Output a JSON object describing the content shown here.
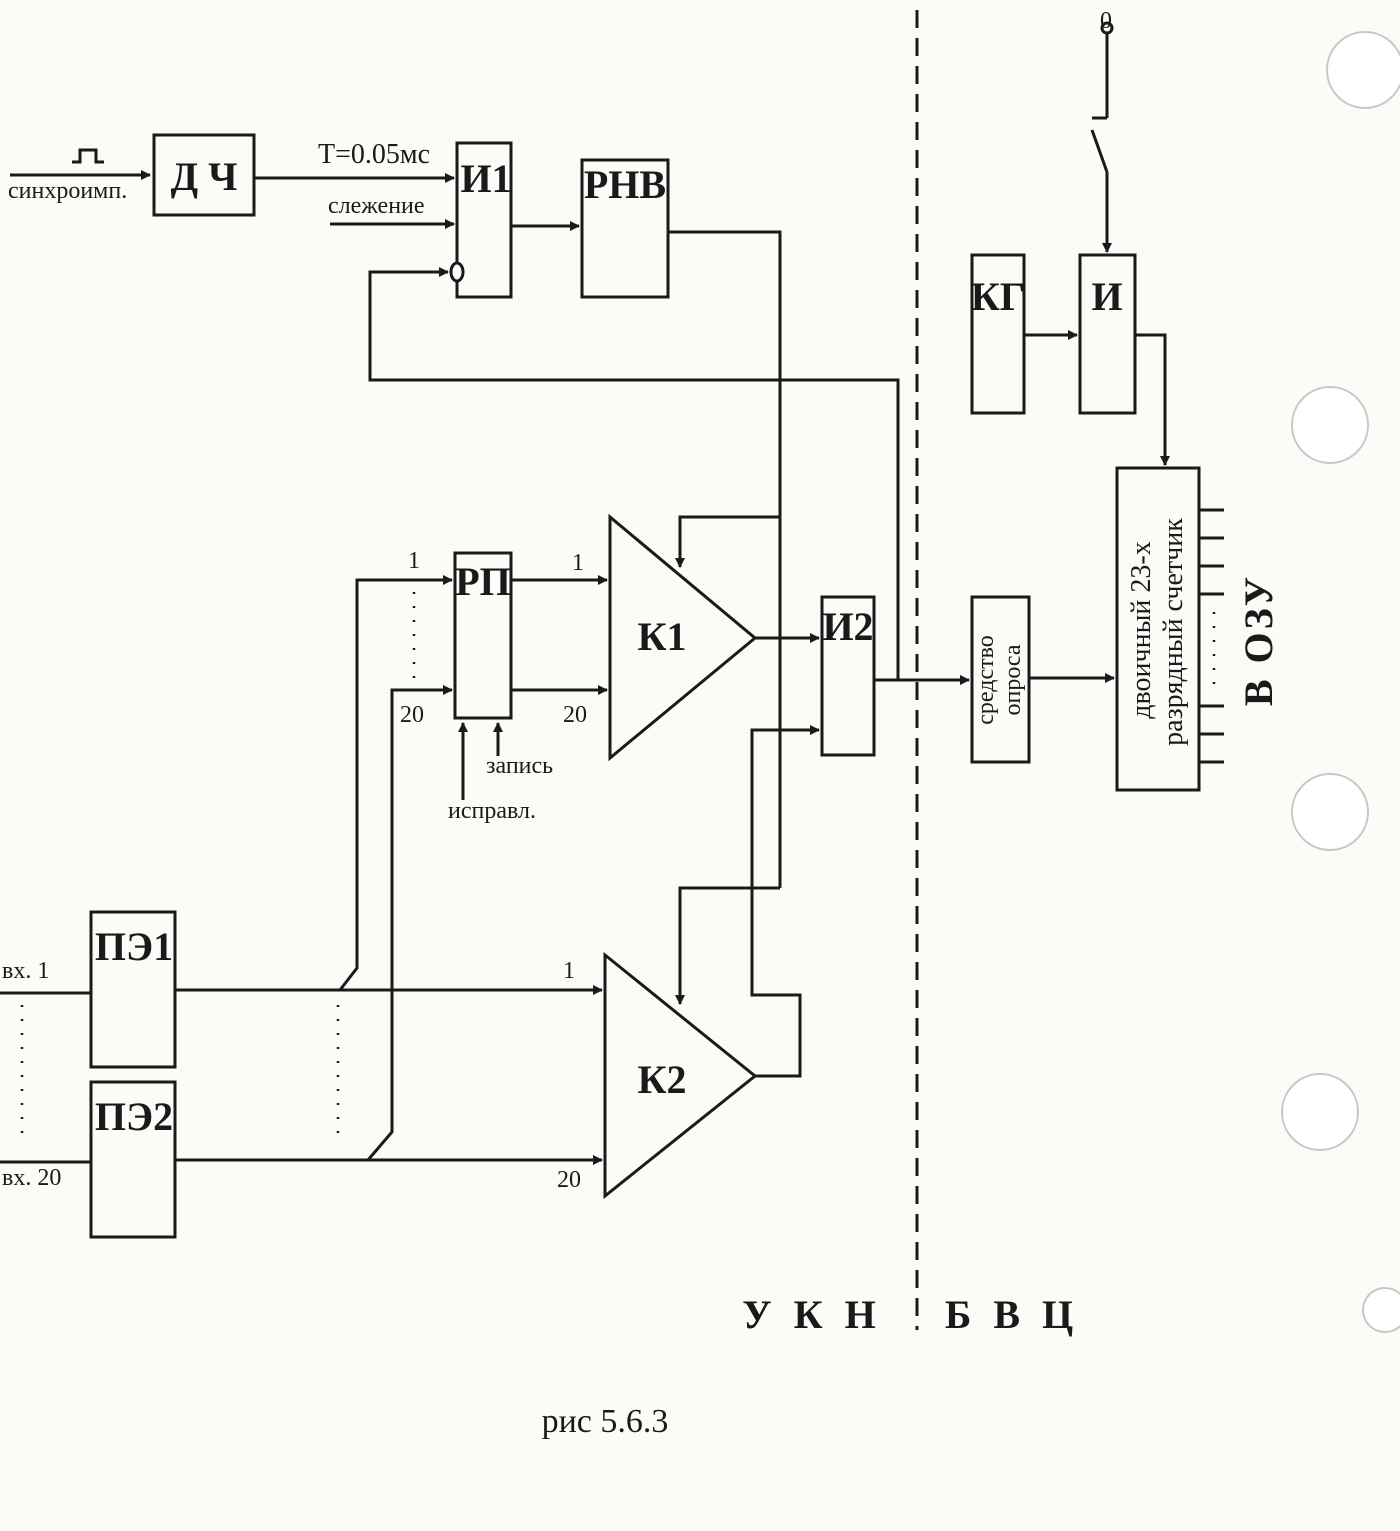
{
  "blocks": {
    "dch": "Д Ч",
    "i1": "И1",
    "rnv": "РНВ",
    "rp": "РП",
    "k1": "К1",
    "k2": "К2",
    "i2": "И2",
    "pe1": "ПЭ1",
    "pe2": "ПЭ2",
    "kg": "КГ",
    "i": "И",
    "sredstvo_1": "средство",
    "sredstvo_2": "опроса",
    "counter_1": "двоичный 23-х",
    "counter_2": "разрядный счетчик"
  },
  "signals": {
    "sync": "синхроимп.",
    "period": "T=0.05мс",
    "tracking": "слежение",
    "write": "запись",
    "correct": "исправл.",
    "in1": "вх. 1",
    "in20": "вх. 20",
    "zero": "0",
    "n1": "1",
    "n20": "20",
    "to_ram": "В ОЗУ"
  },
  "regions": {
    "ukn": "У К Н",
    "bvc": "Б В Ц"
  },
  "caption": "рис 5.6.3"
}
